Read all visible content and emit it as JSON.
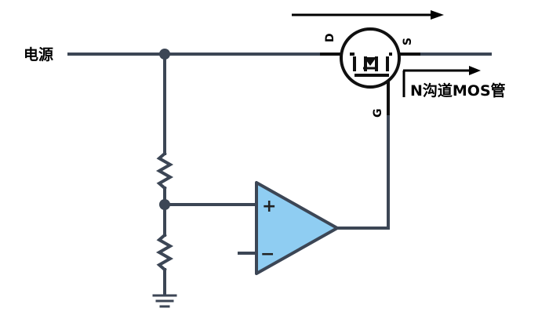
{
  "labels": {
    "power": "电源",
    "mos": "N沟道MOS管",
    "drain": "D",
    "source": "S",
    "gate": "G",
    "plus": "+",
    "minus": "−"
  },
  "colors": {
    "wire": "#3c4655",
    "opamp_fill": "#8fcdf2",
    "opamp_stroke": "#3c4655",
    "mos_body": "#ffffff",
    "text": "#000000"
  }
}
